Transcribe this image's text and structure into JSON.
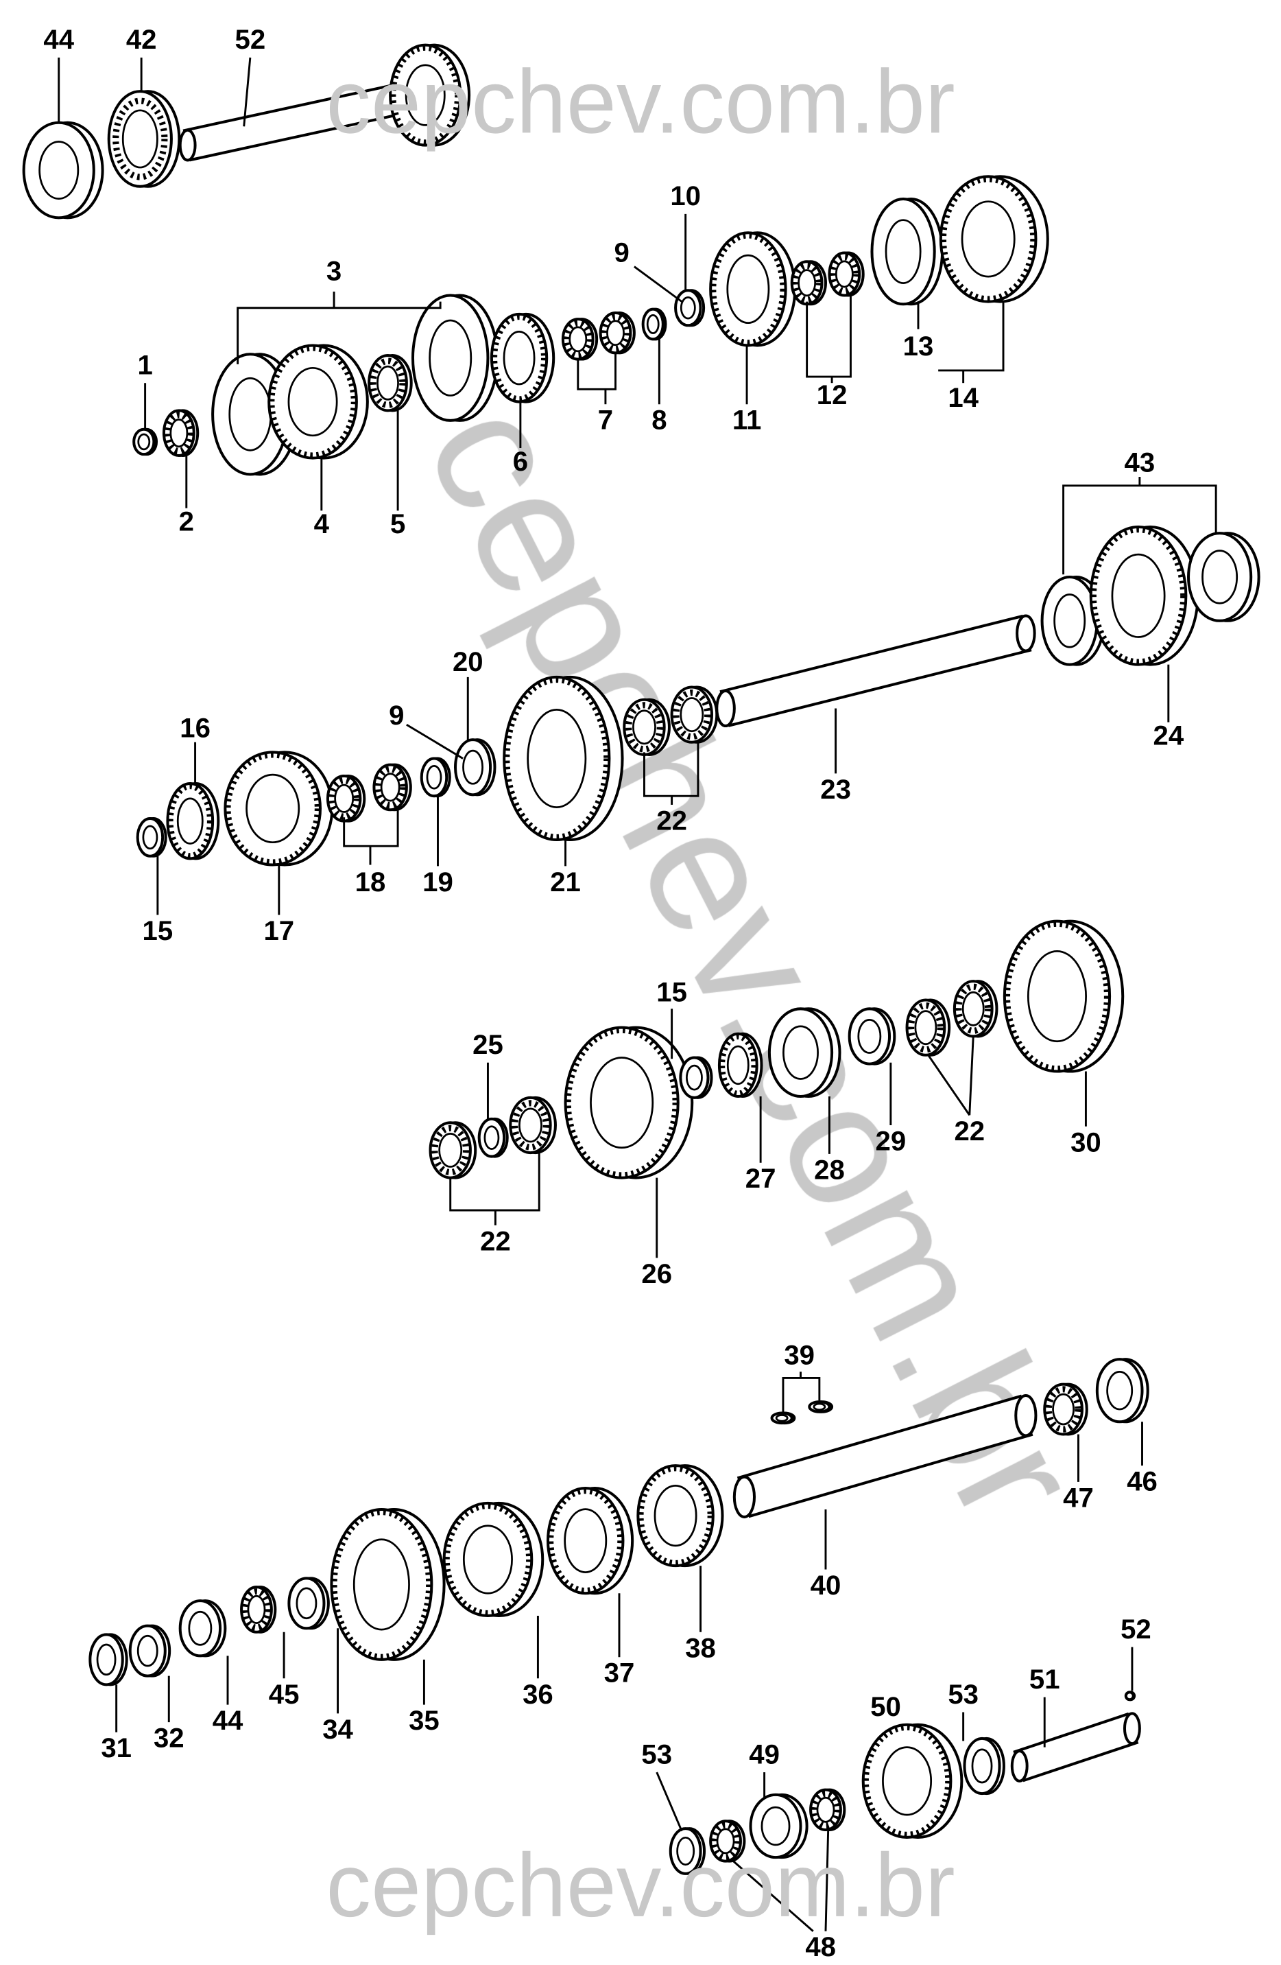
{
  "diagram": {
    "watermark": "cepchev.com.br",
    "labels": [
      "44",
      "42",
      "52",
      "3",
      "1",
      "2",
      "4",
      "5",
      "6",
      "7",
      "8",
      "9",
      "10",
      "11",
      "12",
      "13",
      "14",
      "43",
      "24",
      "23",
      "22",
      "21",
      "20",
      "9",
      "19",
      "18",
      "17",
      "16",
      "15",
      "15",
      "25",
      "22",
      "26",
      "27",
      "28",
      "29",
      "22",
      "30",
      "39",
      "40",
      "47",
      "46",
      "31",
      "32",
      "44",
      "45",
      "34",
      "35",
      "36",
      "37",
      "38",
      "52",
      "51",
      "53",
      "50",
      "49",
      "53",
      "48"
    ]
  }
}
